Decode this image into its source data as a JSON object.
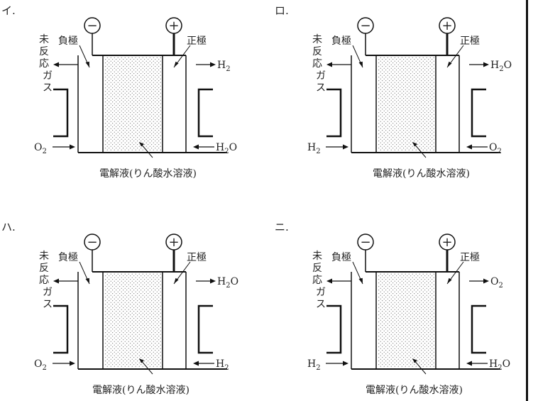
{
  "text": {
    "unreacted": [
      "未",
      "反",
      "応",
      "ガ",
      "ス"
    ],
    "negative_label": "負極",
    "positive_label": "正極",
    "electrolyte": "電解液(りん酸水溶液)",
    "minus_sign": "−",
    "plus_sign": "+"
  },
  "panels": [
    {
      "id": "i",
      "option_label": "イ.",
      "right_out": [
        "H",
        "2",
        ""
      ],
      "left_in": [
        "O",
        "2",
        ""
      ],
      "right_in": [
        "H",
        "2",
        "O"
      ]
    },
    {
      "id": "ro",
      "option_label": "ロ.",
      "right_out": [
        "H",
        "2",
        "O"
      ],
      "left_in": [
        "H",
        "2",
        ""
      ],
      "right_in": [
        "O",
        "2",
        ""
      ]
    },
    {
      "id": "ha",
      "option_label": "ハ.",
      "right_out": [
        "H",
        "2",
        "O"
      ],
      "left_in": [
        "O",
        "2",
        ""
      ],
      "right_in": [
        "H",
        "2",
        ""
      ]
    },
    {
      "id": "ni",
      "option_label": "ニ.",
      "right_out": [
        "O",
        "2",
        ""
      ],
      "left_in": [
        "H",
        "2",
        ""
      ],
      "right_in": [
        "H",
        "2",
        "O"
      ]
    }
  ]
}
